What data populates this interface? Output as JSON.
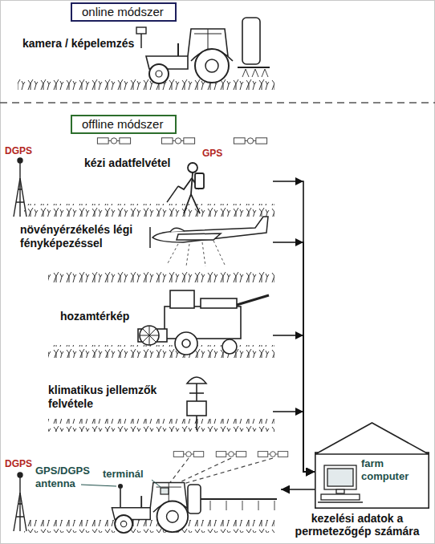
{
  "diagram": {
    "nodes": [
      {
        "text": [
          "online módszer"
        ]
      },
      {
        "text": [
          "offline módszer"
        ]
      },
      {
        "text": [
          "kézi adatfelvétel"
        ]
      },
      {
        "text": [
          "növényérzékelés légi fényképezéssel"
        ]
      },
      {
        "text": [
          "hozamtérkép"
        ]
      },
      {
        "text": [
          "klimatikus jellemzők felvétele"
        ]
      },
      {
        "text": [
          "farm computer"
        ]
      },
      {
        "text": [
          "GPS/DGPS antenna",
          "terminál"
        ]
      }
    ],
    "edges": [
      {
        "from": 2,
        "to": 6,
        "arrow": "to"
      },
      {
        "from": 3,
        "to": 6,
        "arrow": "to"
      },
      {
        "from": 4,
        "to": 6,
        "arrow": "to"
      },
      {
        "from": 5,
        "to": 6,
        "arrow": "to"
      },
      {
        "from": 6,
        "to": 7,
        "label": "kezelési adatok a permetezőgép számára",
        "arrow": "to"
      }
    ],
    "labels": [
      "kamera / képelemzés",
      "DGPS",
      "GPS",
      "DGPS"
    ]
  }
}
